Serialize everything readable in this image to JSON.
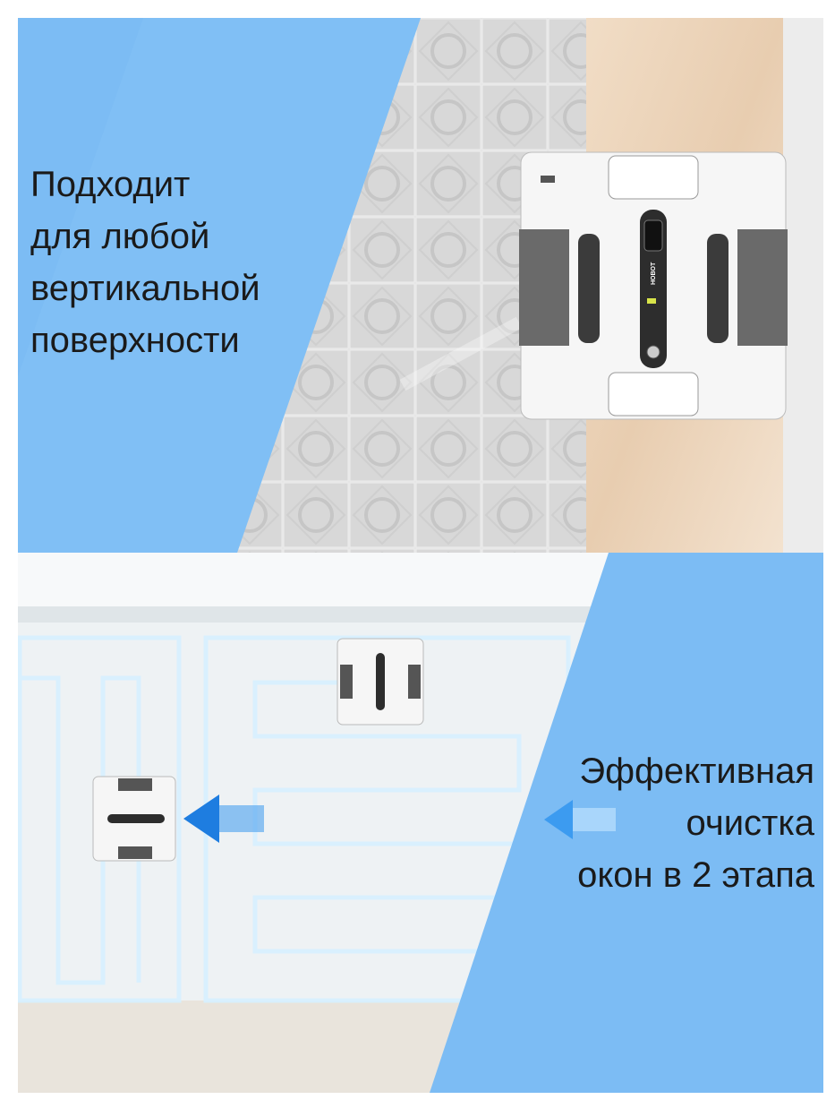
{
  "top_section": {
    "headline_lines": [
      "Подходит",
      "для любой",
      "вертикальной",
      "поверхности"
    ],
    "robot_brand": "HOBOT"
  },
  "bottom_section": {
    "headline_lines": [
      "Эффективная",
      "очистка",
      "окон в 2 этапа"
    ]
  },
  "colors": {
    "accent_blue": "#7cbcf4",
    "arrow_blue": "#1e7de0"
  }
}
